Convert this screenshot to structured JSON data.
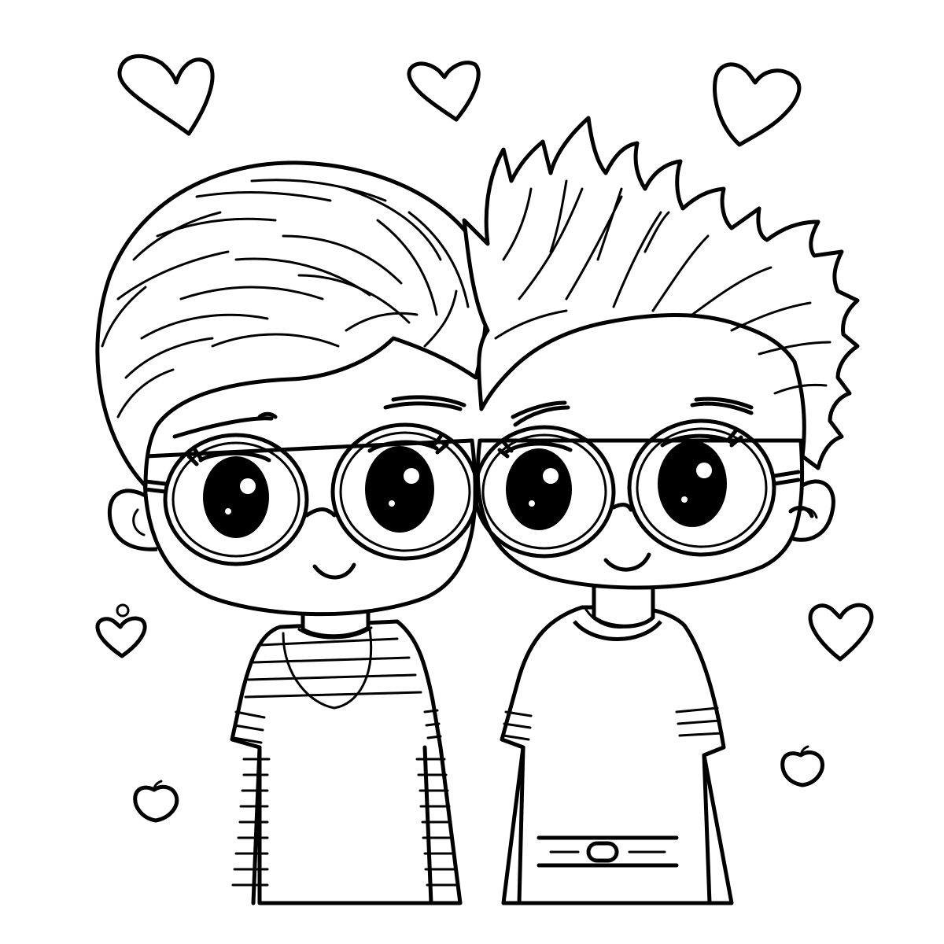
{
  "image": {
    "style": "black line-art coloring page",
    "background_color": "#ffffff",
    "line_color": "#000000",
    "subjects": [
      "boy-left",
      "boy-right"
    ],
    "decorations": [
      "heart-icon",
      "heart-icon",
      "heart-icon",
      "heart-icon",
      "heart-icon",
      "small-heart-icon",
      "apple-heart-icon",
      "apple-heart-icon"
    ]
  }
}
